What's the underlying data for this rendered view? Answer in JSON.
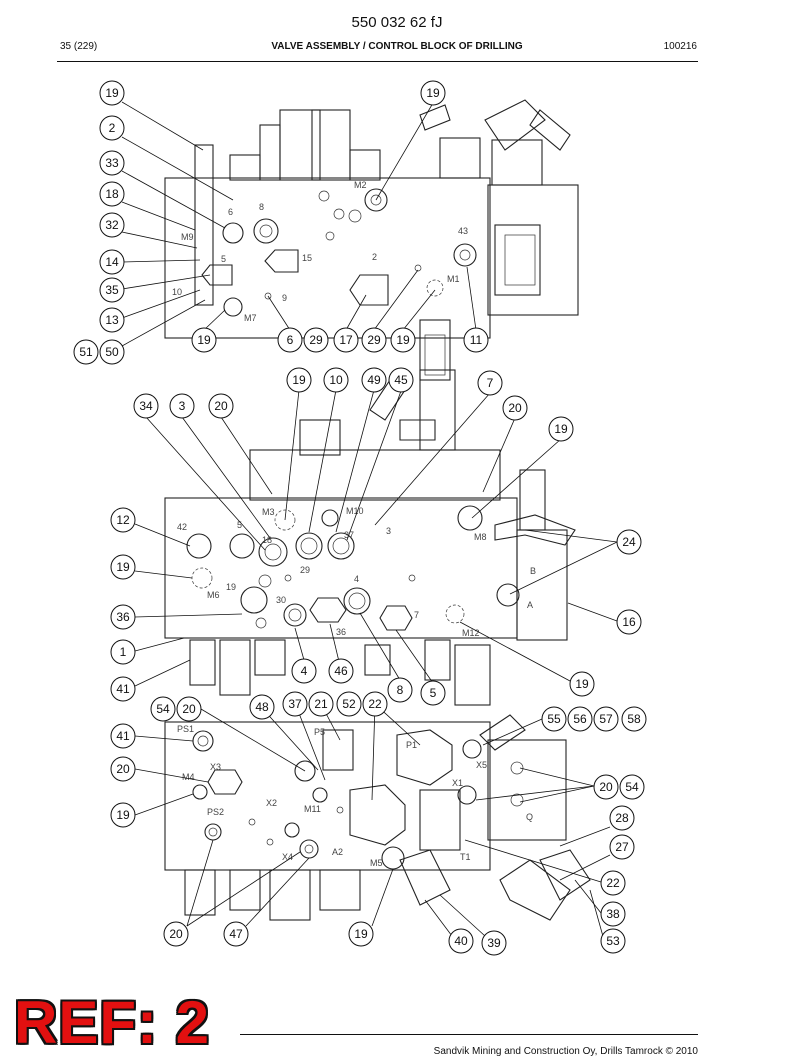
{
  "header": {
    "doc_number": "550 032 62 fJ",
    "page_ref": "35 (229)",
    "title": "VALVE ASSEMBLY / CONTROL BLOCK OF DRILLING",
    "date": "100216"
  },
  "footer": {
    "stamp": "REF: 2",
    "copyright": "Sandvik Mining and Construction Oy, Drills Tamrock © 2010"
  },
  "engravings": {
    "top": [
      "M2",
      "6",
      "8",
      "M9",
      "15",
      "2",
      "43",
      "M1",
      "10",
      "9",
      "M7",
      "5"
    ],
    "middle": [
      "M3",
      "M10",
      "42",
      "5",
      "18",
      "37",
      "3",
      "M8",
      "29",
      "B",
      "19",
      "4",
      "M6",
      "30",
      "A",
      "7",
      "36",
      "M12"
    ],
    "bottom": [
      "P5",
      "PS1",
      "X3",
      "P1",
      "X2",
      "M4",
      "M11",
      "X5",
      "PS2",
      "A2",
      "X4",
      "T1",
      "M5",
      "Q",
      "X1"
    ]
  },
  "callouts": {
    "top": [
      "19",
      "19",
      "2",
      "33",
      "18",
      "32",
      "14",
      "35",
      "13",
      "51",
      "50",
      "19",
      "6",
      "29",
      "17",
      "29",
      "19",
      "11"
    ],
    "middle": [
      "19",
      "10",
      "49",
      "45",
      "7",
      "34",
      "3",
      "20",
      "20",
      "19",
      "12",
      "24",
      "19",
      "36",
      "16",
      "1",
      "41",
      "4",
      "46",
      "8",
      "5",
      "19"
    ],
    "bottom": [
      "54",
      "20",
      "48",
      "37",
      "21",
      "52",
      "22",
      "55",
      "56",
      "57",
      "58",
      "41",
      "20",
      "20",
      "54",
      "19",
      "28",
      "27",
      "22",
      "38",
      "53",
      "20",
      "47",
      "19",
      "40",
      "39"
    ]
  }
}
